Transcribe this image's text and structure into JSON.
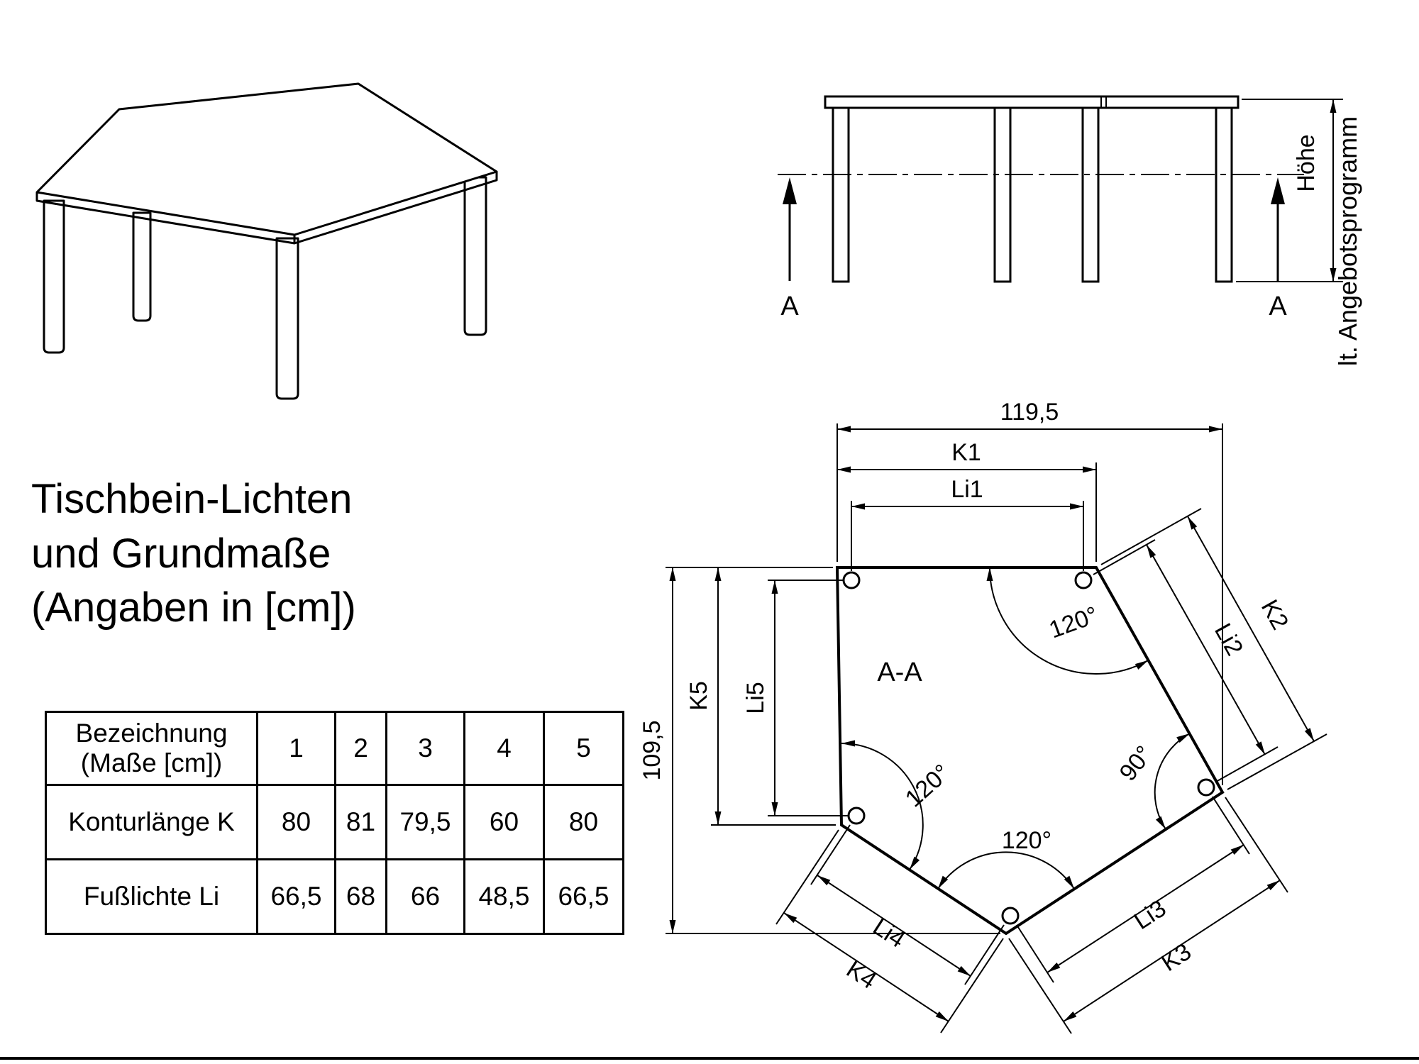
{
  "title_block": {
    "line1": "Tischbein-Lichten",
    "line2": "und Grundmaße",
    "line3": "(Angaben in [cm])"
  },
  "side_view": {
    "section_label_left": "A",
    "section_label_right": "A",
    "height_label": "Höhe",
    "program_label": "lt. Angebotsprogramm"
  },
  "section_view": {
    "title": "A-A",
    "dim_width": "119,5",
    "dim_height": "109,5",
    "k1": "K1",
    "li1": "Li1",
    "k2": "K2",
    "li2": "Li2",
    "k3": "K3",
    "li3": "Li3",
    "k4": "K4",
    "li4": "Li4",
    "k5": "K5",
    "li5": "Li5",
    "angle_top_right": "120°",
    "angle_left": "120°",
    "angle_bottom": "120°",
    "angle_right": "90°"
  },
  "table": {
    "header_label_line1": "Bezeichnung",
    "header_label_line2": "(Maße [cm])",
    "columns": [
      "1",
      "2",
      "3",
      "4",
      "5"
    ],
    "rows": [
      {
        "label": "Konturlänge K",
        "values": [
          "80",
          "81",
          "79,5",
          "60",
          "80"
        ]
      },
      {
        "label": "Fußlichte Li",
        "values": [
          "66,5",
          "68",
          "66",
          "48,5",
          "66,5"
        ]
      }
    ]
  },
  "colors": {
    "line": "#000000",
    "background": "#ffffff"
  }
}
